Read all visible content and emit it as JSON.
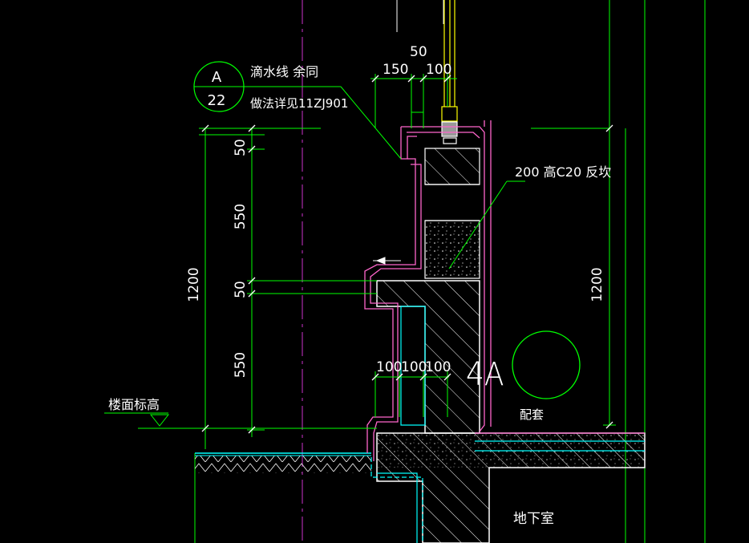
{
  "colors": {
    "background": "#000000",
    "dimension_lines": "#00ff00",
    "text": "#ffffff",
    "wall_outline": "#ff66cc",
    "finish_layer": "#00ffff",
    "window_frame": "#ffff00",
    "hatch": "#ffffff",
    "center_line": "#ff00ff"
  },
  "callout": {
    "symbol_top": "A",
    "symbol_bottom": "22",
    "note_line1": "滴水线 余同",
    "note_line2": "做法详见11ZJ901"
  },
  "notes": {
    "concrete_upstand": "200  高C20  反坎",
    "floor_level": "楼面标高",
    "detail_mark": "4A",
    "detail_sub": "配套",
    "basement": "地下室"
  },
  "dimensions": {
    "top_50": "50",
    "top_150": "150",
    "top_100": "100",
    "left_50_a": "50",
    "left_550_a": "550",
    "left_50_b": "50",
    "left_550_b": "550",
    "left_total": "1200",
    "right_total": "1200",
    "bottom_100_a": "100",
    "bottom_100_b": "100",
    "bottom_100_c": "100"
  }
}
